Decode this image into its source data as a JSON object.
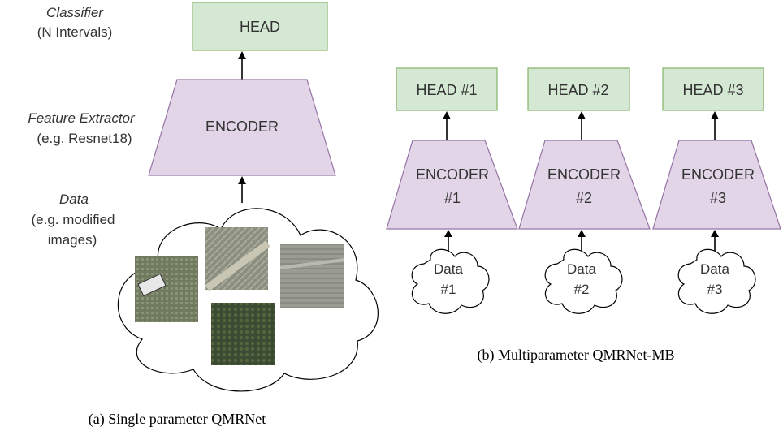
{
  "panel_a": {
    "classifier_title": "Classifier",
    "classifier_sub": "(N Intervals)",
    "head_label": "HEAD",
    "feature_title": "Feature Extractor",
    "feature_sub": "(e.g. Resnet18)",
    "encoder_label": "ENCODER",
    "data_title": "Data",
    "data_sub1": "(e.g. modified",
    "data_sub2": "images)",
    "caption": "(a) Single parameter QMRNet"
  },
  "panel_b": {
    "branches": [
      {
        "head": "HEAD #1",
        "enc1": "ENCODER",
        "enc2": "#1",
        "data1": "Data",
        "data2": "#1"
      },
      {
        "head": "HEAD #2",
        "enc1": "ENCODER",
        "enc2": "#2",
        "data1": "Data",
        "data2": "#2"
      },
      {
        "head": "HEAD #3",
        "enc1": "ENCODER",
        "enc2": "#3",
        "data1": "Data",
        "data2": "#3"
      }
    ],
    "caption": "(b) Multiparameter QMRNet-MB"
  },
  "colors": {
    "head_fill": "#d5e8d4",
    "head_stroke": "#82b366",
    "encoder_fill": "#e1d5e7",
    "encoder_stroke": "#9673a6"
  }
}
